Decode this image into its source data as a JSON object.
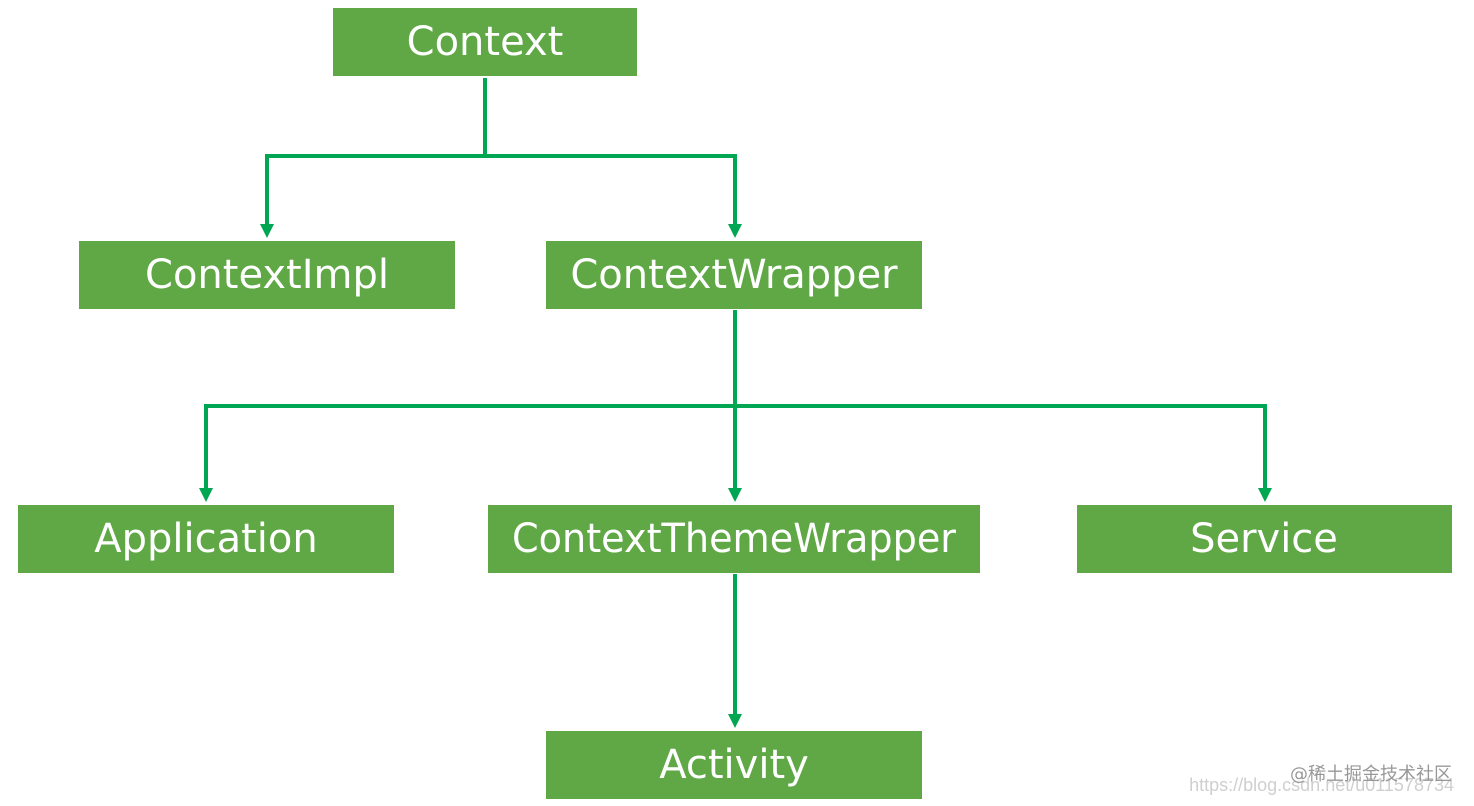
{
  "diagram": {
    "type": "class-hierarchy",
    "nodes": {
      "context": {
        "label": "Context"
      },
      "context_impl": {
        "label": "ContextImpl"
      },
      "context_wrapper": {
        "label": "ContextWrapper"
      },
      "application": {
        "label": "Application"
      },
      "context_theme_wrapper": {
        "label": "ContextThemeWrapper"
      },
      "service": {
        "label": "Service"
      },
      "activity": {
        "label": "Activity"
      }
    },
    "edges": [
      {
        "from": "Context",
        "to": "ContextImpl"
      },
      {
        "from": "Context",
        "to": "ContextWrapper"
      },
      {
        "from": "ContextWrapper",
        "to": "Application"
      },
      {
        "from": "ContextWrapper",
        "to": "ContextThemeWrapper"
      },
      {
        "from": "ContextWrapper",
        "to": "Service"
      },
      {
        "from": "ContextThemeWrapper",
        "to": "Activity"
      }
    ],
    "colors": {
      "node_fill": "#5fa845",
      "node_text": "#ffffff",
      "connector": "#00a651"
    }
  },
  "watermark": {
    "text": "@稀土掘金技术社区",
    "url": "https://blog.csdn.net/u011578734"
  }
}
